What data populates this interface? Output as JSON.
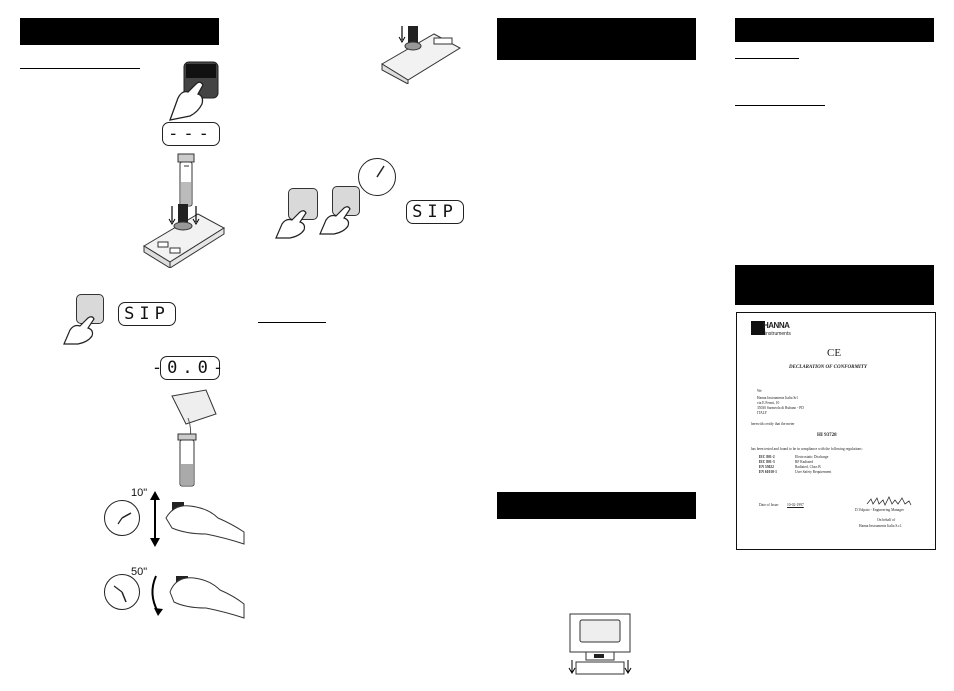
{
  "lcd_readouts": {
    "dashes": "---",
    "sip_left": "SIP",
    "zero": "-0.0-",
    "sip_right": "SIP"
  },
  "timer_labels": {
    "shake": "10\"",
    "swirl": "50\""
  },
  "certificate": {
    "logo_main": "HANNA",
    "logo_sub": "instruments",
    "ce_mark": "CE",
    "title": "DECLARATION OF CONFORMITY",
    "we": "We",
    "address": [
      "Hanna Instruments Italia Srl",
      "via E.Fermi, 10",
      "35030 Sarmeola di Rubano - PD",
      "ITALY"
    ],
    "certify": "herewith certify that the meter",
    "model": "HI 93728",
    "tested": "has been tested and found to be in compliance with the following regulations:",
    "regulations": [
      {
        "code": "IEC 801-2",
        "desc": "Electrostatic Discharge"
      },
      {
        "code": "IEC 801-3",
        "desc": "RF Radiated"
      },
      {
        "code": "EN 55022",
        "desc": "Radiated, Class B"
      },
      {
        "code": "EN 61010-1",
        "desc": "User Safety Requirement"
      }
    ],
    "date_label": "Date of Issue:",
    "date_value": "10-02-1997",
    "signatory": "D.Volpato - Engineering Manager",
    "behalf": "On behalf of",
    "company": "Hanna Instruments Italia S.r.l."
  },
  "colors": {
    "bar": "#000000",
    "key": "#d9d9d9"
  }
}
